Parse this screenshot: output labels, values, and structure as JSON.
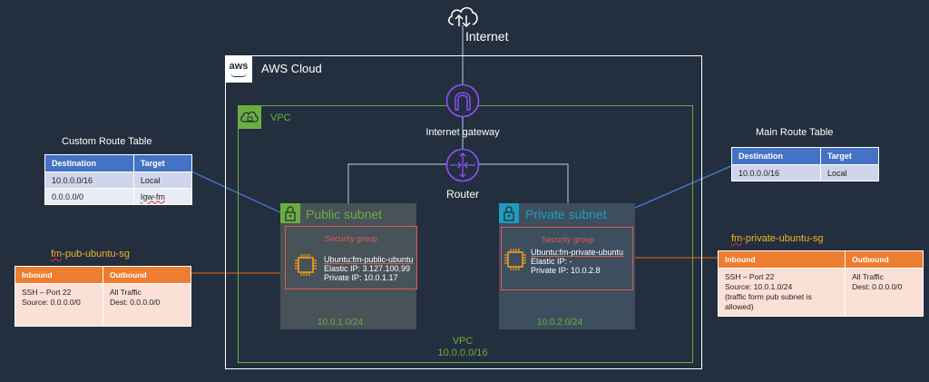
{
  "internet": {
    "label": "Internet",
    "icon": "internet-cloud-icon"
  },
  "aws_cloud": {
    "title": "AWS Cloud",
    "logo_text": "aws"
  },
  "vpc": {
    "title": "VPC",
    "footer_title": "VPC",
    "cidr": "10.0.0.0/16"
  },
  "internet_gateway": {
    "label": "Internet gateway"
  },
  "router": {
    "label": "Router"
  },
  "public_subnet": {
    "title": "Public subnet",
    "cidr": "10.0.1.0/24",
    "security_group_label": "Security group",
    "instance": {
      "name": "Ubuntu:fm-public-ubuntu",
      "elastic_ip": "Elastic IP:  3.127.100.99",
      "private_ip": "Private IP:  10.0.1.17"
    }
  },
  "private_subnet": {
    "title": "Private subnet",
    "cidr": "10.0.2.0/24",
    "security_group_label": "Security group",
    "instance": {
      "name": "Ubuntu:fm-private-ubuntu",
      "elastic_ip": "Elastic IP:  -",
      "private_ip": "Private IP: 10.0.2.8"
    }
  },
  "custom_route_table": {
    "title": "Custom Route Table",
    "headers": [
      "Destination",
      "Target"
    ],
    "rows": [
      [
        "10.0.0.0/16",
        "Local"
      ],
      [
        "0.0.0.0/0",
        "Igw-fm"
      ]
    ]
  },
  "main_route_table": {
    "title": "Main Route Table",
    "headers": [
      "Destination",
      "Target"
    ],
    "rows": [
      [
        "10.0.0.0/16",
        "Local"
      ]
    ]
  },
  "pub_sg": {
    "title_prefix": "fm",
    "title_rest": "-pub-ubuntu-sg",
    "headers": [
      "Inbound",
      "Outbound"
    ],
    "inbound": [
      "SSH – Port 22",
      "Source: 0.0.0.0/0"
    ],
    "outbound": [
      "All Traffic",
      "Dest: 0.0.0.0/0"
    ]
  },
  "priv_sg": {
    "title_prefix": "fm",
    "title_rest": "-private-ubuntu-sg",
    "headers": [
      "Inbound",
      "Outbound"
    ],
    "inbound": [
      "SSH – Port 22",
      "Source: 10.0.1.0/24",
      "(traffic form pub subnet is",
      "allowed)"
    ],
    "outbound": [
      "All Traffic",
      "Dest: 0.0.0.0/0"
    ]
  },
  "colors": {
    "background": "#232f3e",
    "vpc_green": "#6cae3e",
    "private_blue": "#1c9dbd",
    "security_group_red": "#e05a52",
    "gateway_purple": "#8c4fff",
    "route_table_blue": "#4472c4",
    "sg_orange": "#ed7d31",
    "sg_title_yellow": "#f5b324"
  }
}
